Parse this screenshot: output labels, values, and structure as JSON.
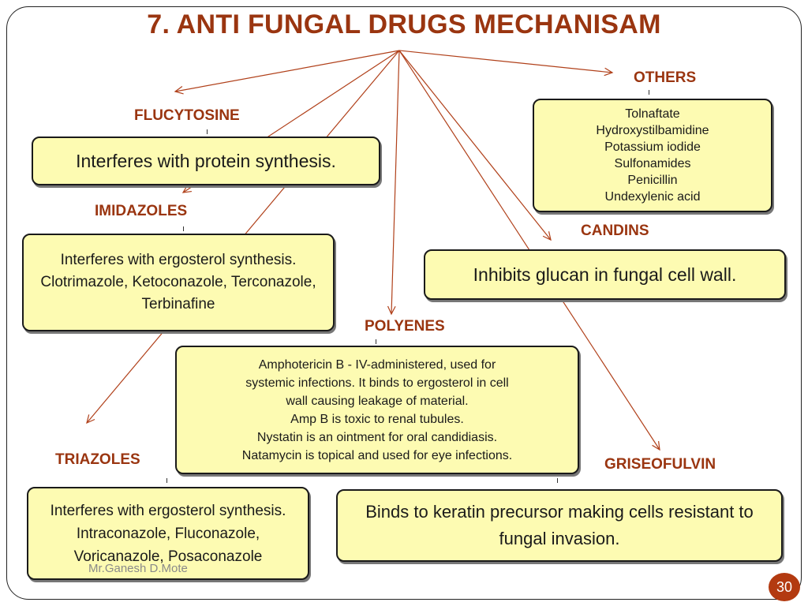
{
  "title": "7. ANTI FUNGAL DRUGS MECHANISAM",
  "nodes": {
    "flucytosine": {
      "label": "FLUCYTOSINE",
      "lines": [
        "Interferes with protein synthesis."
      ]
    },
    "imidazoles": {
      "label": "IMIDAZOLES",
      "lines": [
        "Interferes with ergosterol synthesis.",
        "Clotrimazole, Ketoconazole, Terconazole,",
        "Terbinafine"
      ]
    },
    "triazoles": {
      "label": "TRIAZOLES",
      "lines": [
        "Interferes with ergosterol synthesis.",
        "Intraconazole, Fluconazole,",
        "Voricanazole, Posaconazole"
      ]
    },
    "polyenes": {
      "label": "POLYENES",
      "lines": [
        "Amphotericin B - IV-administered, used for",
        "systemic infections. It binds to ergosterol in cell",
        "wall causing leakage of material.",
        "Amp B is toxic to renal tubules.",
        "Nystatin is an ointment for oral candidiasis.",
        "Natamycin is topical and used for eye infections."
      ]
    },
    "others": {
      "label": "OTHERS",
      "lines": [
        "Tolnaftate",
        "Hydroxystilbamidine",
        "Potassium iodide",
        "Sulfonamides",
        "Penicillin",
        "Undexylenic acid"
      ]
    },
    "candins": {
      "label": "CANDINS",
      "lines": [
        "Inhibits glucan in fungal cell wall."
      ]
    },
    "griseofulvin": {
      "label": "GRISEOFULVIN",
      "lines": [
        "Binds to keratin precursor making cells resistant to",
        "fungal invasion."
      ]
    }
  },
  "footer": "Mr.Ganesh D.Mote",
  "page_number": "30",
  "colors": {
    "accent": "#9a3510",
    "box_fill": "#fdfbb2",
    "page_badge": "#b33a10"
  }
}
